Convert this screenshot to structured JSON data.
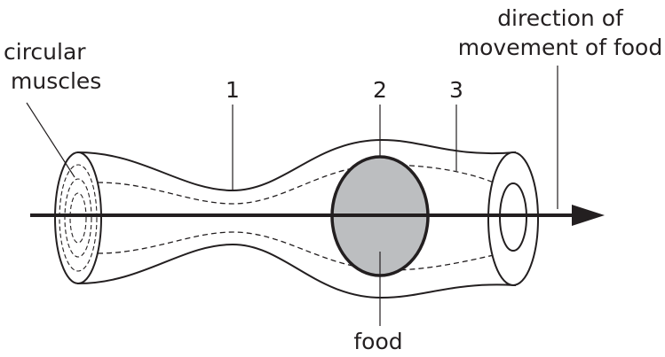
{
  "labels": {
    "circular_muscles_line1": "circular",
    "circular_muscles_line2": "muscles",
    "direction_line1": "direction of",
    "direction_line2": "movement of food",
    "num1": "1",
    "num2": "2",
    "num3": "3",
    "food": "food"
  },
  "colors": {
    "outline": "#231f20",
    "food_fill": "#bcbec0",
    "background": "#ffffff"
  }
}
